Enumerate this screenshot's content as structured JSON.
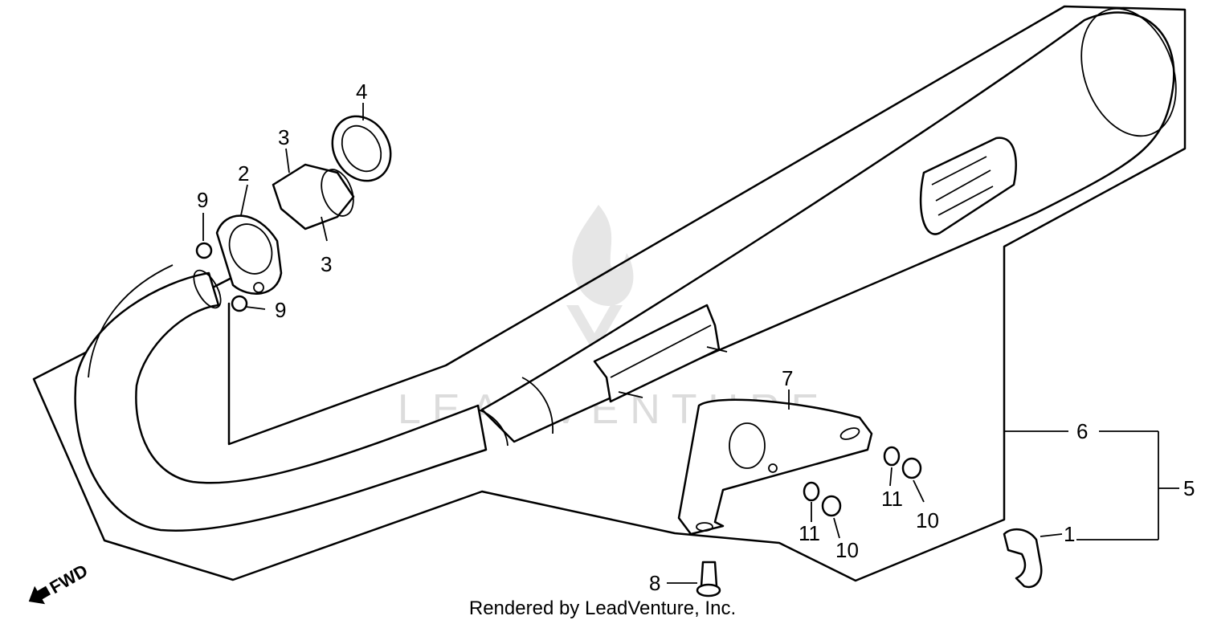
{
  "watermark": {
    "brand": "LEADVENTURE",
    "logo_icon": "flame-logo-icon"
  },
  "direction_label": "FWD",
  "credit": "Rendered by LeadVenture, Inc.",
  "callouts": {
    "c1": "1",
    "c2": "2",
    "c3a": "3",
    "c3b": "3",
    "c4": "4",
    "c5": "5",
    "c6": "6",
    "c7": "7",
    "c8": "8",
    "c9a": "9",
    "c9b": "9",
    "c10a": "10",
    "c10b": "10",
    "c11a": "11",
    "c11b": "11"
  }
}
